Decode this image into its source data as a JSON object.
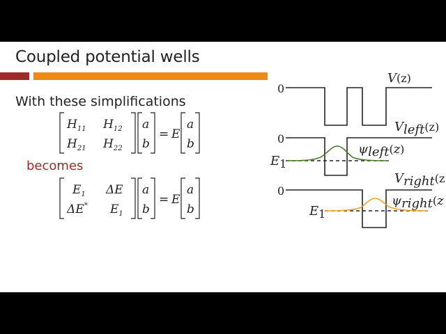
{
  "slide": {
    "title": "Coupled potential wells",
    "intro": "With these simplifications",
    "becomes": "becomes"
  },
  "equation1": {
    "m11": "H",
    "m11_sub": "11",
    "m12": "H",
    "m12_sub": "12",
    "m21": "H",
    "m21_sub": "21",
    "m22": "H",
    "m22_sub": "22",
    "v1": "a",
    "v2": "b",
    "eq": "=",
    "E": "E",
    "r1": "a",
    "r2": "b"
  },
  "equation2": {
    "m11": "E",
    "m11_sub": "1",
    "m12": "ΔE",
    "m21": "ΔE",
    "m21_sup": "*",
    "m22": "E",
    "m22_sub": "1",
    "v1": "a",
    "v2": "b",
    "eq": "=",
    "E": "E",
    "r1": "a",
    "r2": "b"
  },
  "diagram": {
    "zero_labels": [
      "0",
      "0",
      "0"
    ],
    "V_label": "V",
    "V_arg": "(z)",
    "V_left_base": "V",
    "V_left_sub": "left",
    "V_left_arg": "(z)",
    "psi_left": "ψ",
    "psi_left_sub": "left",
    "psi_left_arg": "z",
    "E1_left": "E",
    "E1_left_sub": "1",
    "V_right_base": "V",
    "V_right_sub": "right",
    "V_right_arg": "(z)",
    "psi_right": "ψ",
    "psi_right_sub": "right",
    "psi_right_arg": "z",
    "E1_right": "E",
    "E1_right_sub": "1",
    "colors": {
      "left_wave": "#4a7a2c",
      "right_wave": "#e8a22a",
      "accent_red": "#a0292a",
      "accent_orange": "#ee8b16"
    }
  }
}
